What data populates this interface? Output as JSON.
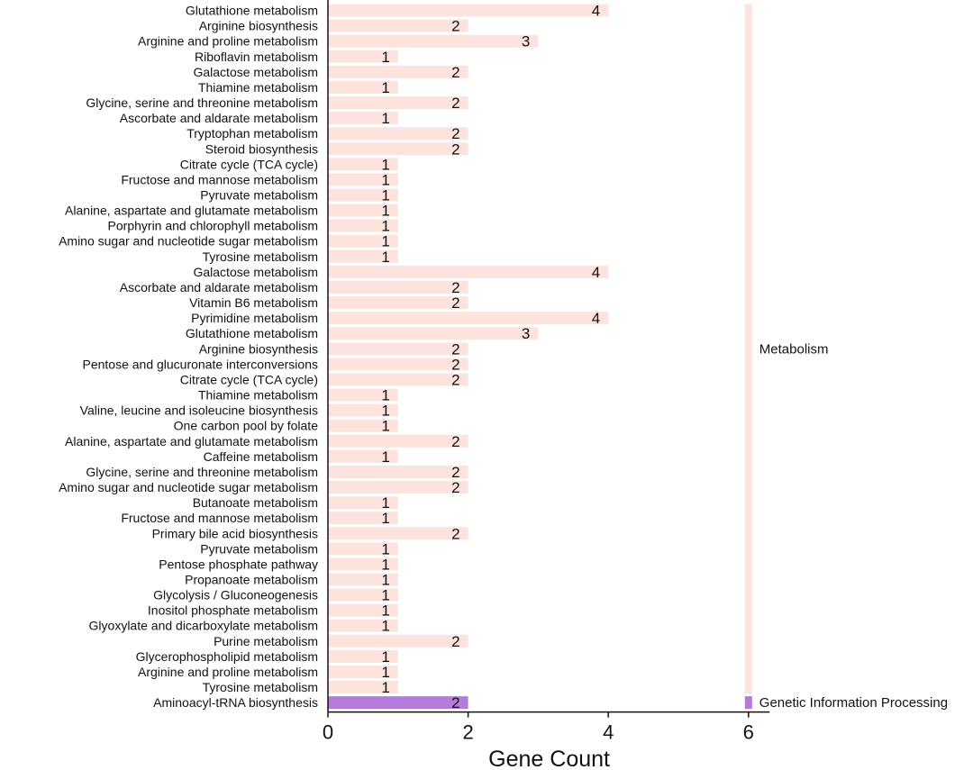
{
  "chart_data": {
    "type": "bar",
    "orientation": "horizontal",
    "xlabel": "Gene Count",
    "ylabel": "",
    "xlim": [
      0,
      6.3
    ],
    "xticks": [
      0,
      2,
      4,
      6
    ],
    "grid": false,
    "colors": {
      "Metabolism": "#fde3dd",
      "Genetic Information Processing": "#b57bdb"
    },
    "categories": [
      "Glutathione metabolism",
      "Arginine biosynthesis",
      "Arginine and proline metabolism",
      "Riboflavin metabolism",
      "Galactose metabolism",
      "Thiamine metabolism",
      "Glycine, serine and threonine metabolism",
      "Ascorbate and aldarate metabolism",
      "Tryptophan metabolism",
      "Steroid biosynthesis",
      "Citrate cycle (TCA cycle)",
      "Fructose and mannose metabolism",
      "Pyruvate metabolism",
      "Alanine, aspartate and glutamate metabolism",
      "Porphyrin and chlorophyll metabolism",
      "Amino sugar and nucleotide sugar metabolism",
      "Tyrosine metabolism",
      "Galactose metabolism",
      "Ascorbate and aldarate metabolism",
      "Vitamin B6 metabolism",
      "Pyrimidine metabolism",
      "Glutathione metabolism",
      "Arginine biosynthesis",
      "Pentose and glucuronate interconversions",
      "Citrate cycle (TCA cycle)",
      "Thiamine metabolism",
      "Valine, leucine and isoleucine biosynthesis",
      "One carbon pool by folate",
      "Alanine, aspartate and glutamate metabolism",
      "Caffeine metabolism",
      "Glycine, serine and threonine metabolism",
      "Amino sugar and nucleotide sugar metabolism",
      "Butanoate metabolism",
      "Fructose and mannose metabolism",
      "Primary bile acid biosynthesis",
      "Pyruvate metabolism",
      "Pentose phosphate pathway",
      "Propanoate metabolism",
      "Glycolysis / Gluconeogenesis",
      "Inositol phosphate metabolism",
      "Glyoxylate and dicarboxylate metabolism",
      "Purine metabolism",
      "Glycerophospholipid metabolism",
      "Arginine and proline metabolism",
      "Tyrosine metabolism",
      "Aminoacyl-tRNA biosynthesis"
    ],
    "values": [
      4,
      2,
      3,
      1,
      2,
      1,
      2,
      1,
      2,
      2,
      1,
      1,
      1,
      1,
      1,
      1,
      1,
      4,
      2,
      2,
      4,
      3,
      2,
      2,
      2,
      1,
      1,
      1,
      2,
      1,
      2,
      2,
      1,
      1,
      2,
      1,
      1,
      1,
      1,
      1,
      1,
      2,
      1,
      1,
      1,
      2
    ],
    "groups": [
      "Metabolism",
      "Metabolism",
      "Metabolism",
      "Metabolism",
      "Metabolism",
      "Metabolism",
      "Metabolism",
      "Metabolism",
      "Metabolism",
      "Metabolism",
      "Metabolism",
      "Metabolism",
      "Metabolism",
      "Metabolism",
      "Metabolism",
      "Metabolism",
      "Metabolism",
      "Metabolism",
      "Metabolism",
      "Metabolism",
      "Metabolism",
      "Metabolism",
      "Metabolism",
      "Metabolism",
      "Metabolism",
      "Metabolism",
      "Metabolism",
      "Metabolism",
      "Metabolism",
      "Metabolism",
      "Metabolism",
      "Metabolism",
      "Metabolism",
      "Metabolism",
      "Metabolism",
      "Metabolism",
      "Metabolism",
      "Metabolism",
      "Metabolism",
      "Metabolism",
      "Metabolism",
      "Metabolism",
      "Metabolism",
      "Metabolism",
      "Metabolism",
      "Genetic Information Processing"
    ],
    "group_labels": [
      "Metabolism",
      "Genetic Information Processing"
    ]
  }
}
